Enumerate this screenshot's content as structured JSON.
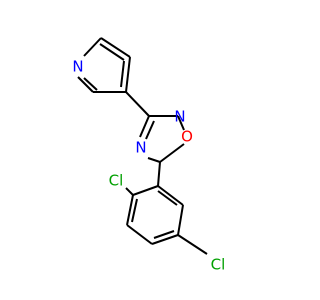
{
  "atoms": {
    "N_pyridine": "N",
    "N_oxadiazole_top": "N",
    "O_oxadiazole": "O",
    "N_oxadiazole_bottom": "N",
    "Cl_ortho": "Cl",
    "Cl_meta": "Cl"
  },
  "colors": {
    "nitrogen": "#0000ff",
    "oxygen": "#ff0000",
    "chlorine": "#00a000",
    "bond": "#000000",
    "background": "#ffffff"
  }
}
